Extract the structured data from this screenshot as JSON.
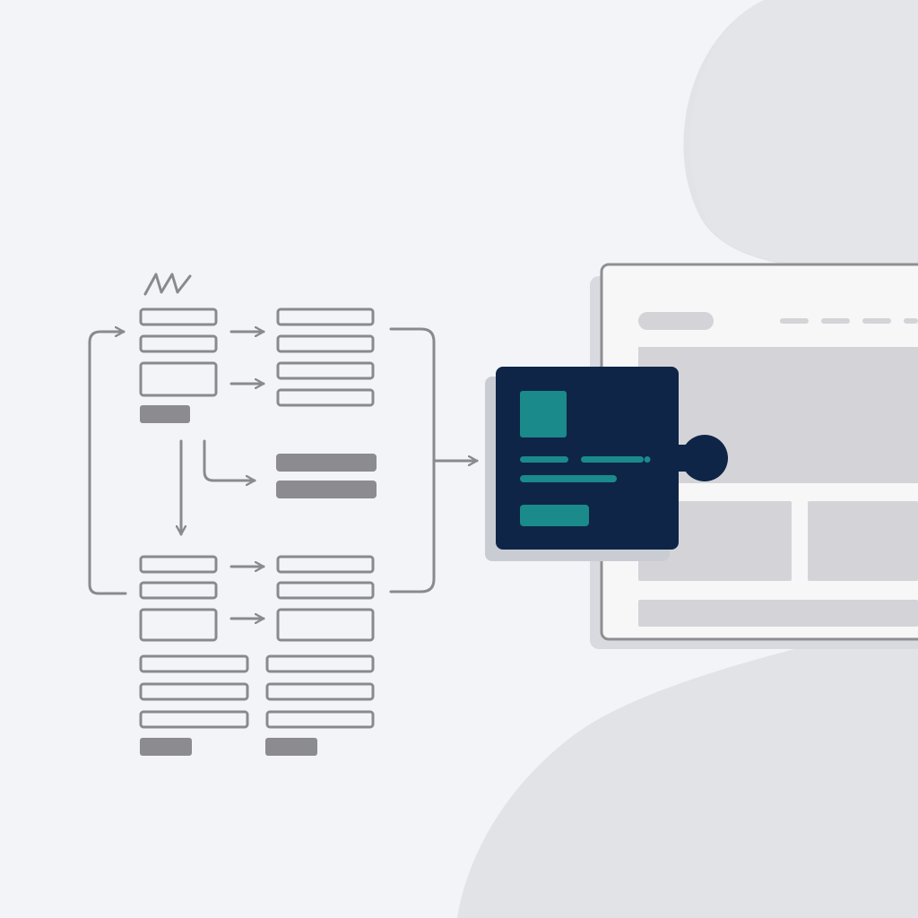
{
  "illustration": {
    "colors": {
      "background": "#f3f4f7",
      "background_blob": "#e2e3e7",
      "wire_outline": "#8a8a8e",
      "wire_fill": "#8c8c90",
      "window_frame": "#8f8f93",
      "window_fill": "#f7f7f8",
      "placeholder_block": "#d4d4d8",
      "puzzle_dark": "#0e2548",
      "puzzle_accent": "#1a8a8b",
      "puzzle_shadow": "#c9ccd2"
    },
    "icons": {
      "sketch_mark": "zigzag-scribble-icon",
      "puzzle_piece": "puzzle-piece-icon",
      "arrows": "arrow-right-icon"
    },
    "wireframe_blocks": {
      "top_left_rows": 3,
      "top_right_rows": 4,
      "middle_bars": 2,
      "bottom_left_rows": 6,
      "bottom_right_rows": 6
    },
    "browser_window": {
      "nav_dashes": 4,
      "content_panels": 2
    }
  }
}
